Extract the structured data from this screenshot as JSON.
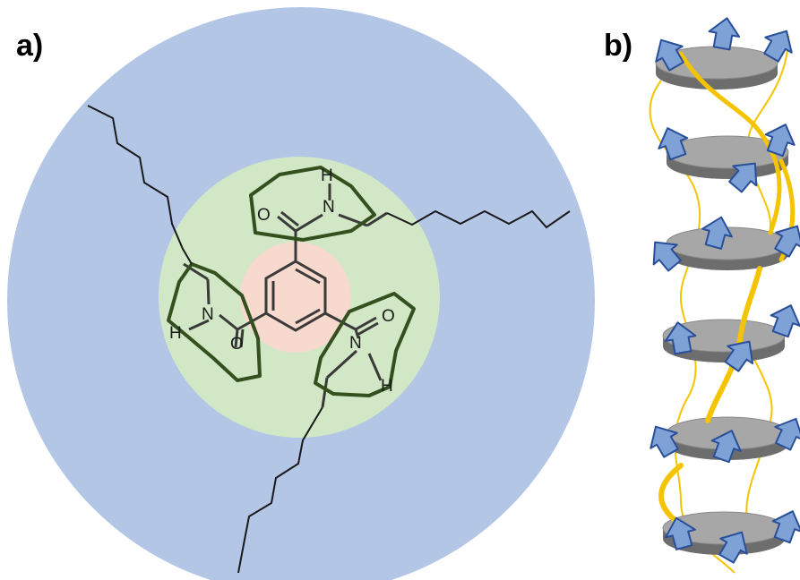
{
  "panels": {
    "a": {
      "label": "a)"
    },
    "b": {
      "label": "b)"
    }
  },
  "atoms": {
    "n": "N",
    "o": "O",
    "h": "H"
  },
  "colors": {
    "outer_disk": "#b3c6e6",
    "middle_disk": "#d1e7c5",
    "core_disk": "#f8d9ce",
    "amide_outline": "#35501f",
    "bonds": "#3a3a3a",
    "alkyl_chain": "#1a1a1a",
    "disc_top": "#a7a7a7",
    "disc_side": "#6d6d6d",
    "arrow_fill": "#7fa2d6",
    "arrow_edge": "#2a4f9a",
    "helix": "#f5c400"
  }
}
